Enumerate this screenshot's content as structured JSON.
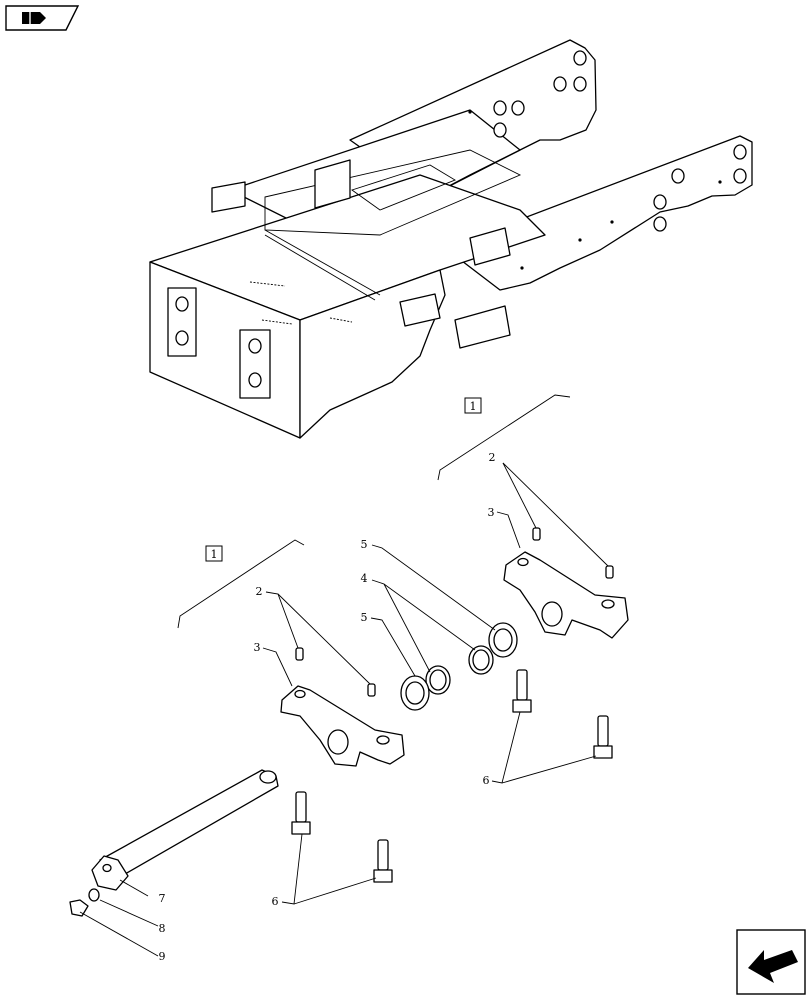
{
  "references": {
    "assembly_ref_upper": "1",
    "assembly_ref_lower": "1"
  },
  "callouts": [
    {
      "id": "c2a",
      "label": "2"
    },
    {
      "id": "c3a",
      "label": "3"
    },
    {
      "id": "c5a",
      "label": "5"
    },
    {
      "id": "c4",
      "label": "4"
    },
    {
      "id": "c5b",
      "label": "5"
    },
    {
      "id": "c2b",
      "label": "2"
    },
    {
      "id": "c3b",
      "label": "3"
    },
    {
      "id": "c6a",
      "label": "6"
    },
    {
      "id": "c6b",
      "label": "6"
    },
    {
      "id": "c7",
      "label": "7"
    },
    {
      "id": "c8",
      "label": "8"
    },
    {
      "id": "c9",
      "label": "9"
    }
  ],
  "icons": {
    "top_left": "book-hand-icon",
    "bottom_right": "next-arrow-icon"
  }
}
